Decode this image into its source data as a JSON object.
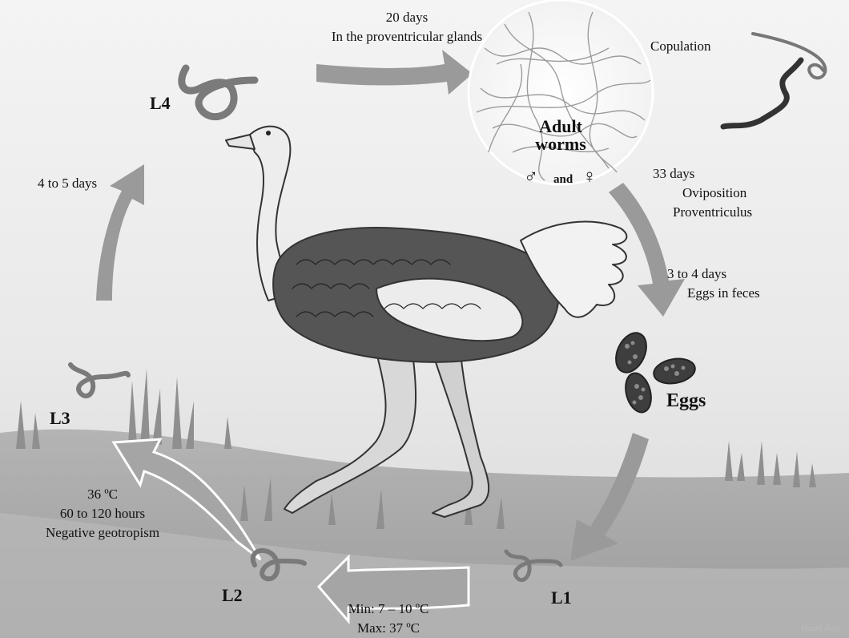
{
  "stages": {
    "l1": "L1",
    "l2": "L2",
    "l3": "L3",
    "l4": "L4",
    "eggs": "Eggs",
    "adult_line1": "Adult",
    "adult_line2": "worms"
  },
  "symbols": {
    "male": "♂",
    "and": "and",
    "female": "♀"
  },
  "annotations": {
    "top_line1": "20 days",
    "top_line2": "In the proventricular glands",
    "copulation": "Copulation",
    "ovi_line1": "33 days",
    "ovi_line2": "Oviposition",
    "ovi_line3": "Proventriculus",
    "feces_line1": "3 to 4 days",
    "feces_line2": "Eggs in feces",
    "l4_days": "4 to 5 days",
    "l3_line1": "36 ºC",
    "l3_line2": "60 to 120 hours",
    "l3_line3": "Negative geotropism",
    "temp_min": "Min: 7 – 10 ºC",
    "temp_max": "Max: 37 ºC"
  },
  "watermark": "Hoan Roo",
  "colors": {
    "sky_top": "#f2f2f2",
    "ground": "#a7a7a7",
    "arrow_solid": "#9a9a9a",
    "arrow_outline": "#ffffff",
    "worm": "#7a7a7a",
    "feather_dark": "#4a4a4a",
    "feather_light": "#ececec"
  }
}
